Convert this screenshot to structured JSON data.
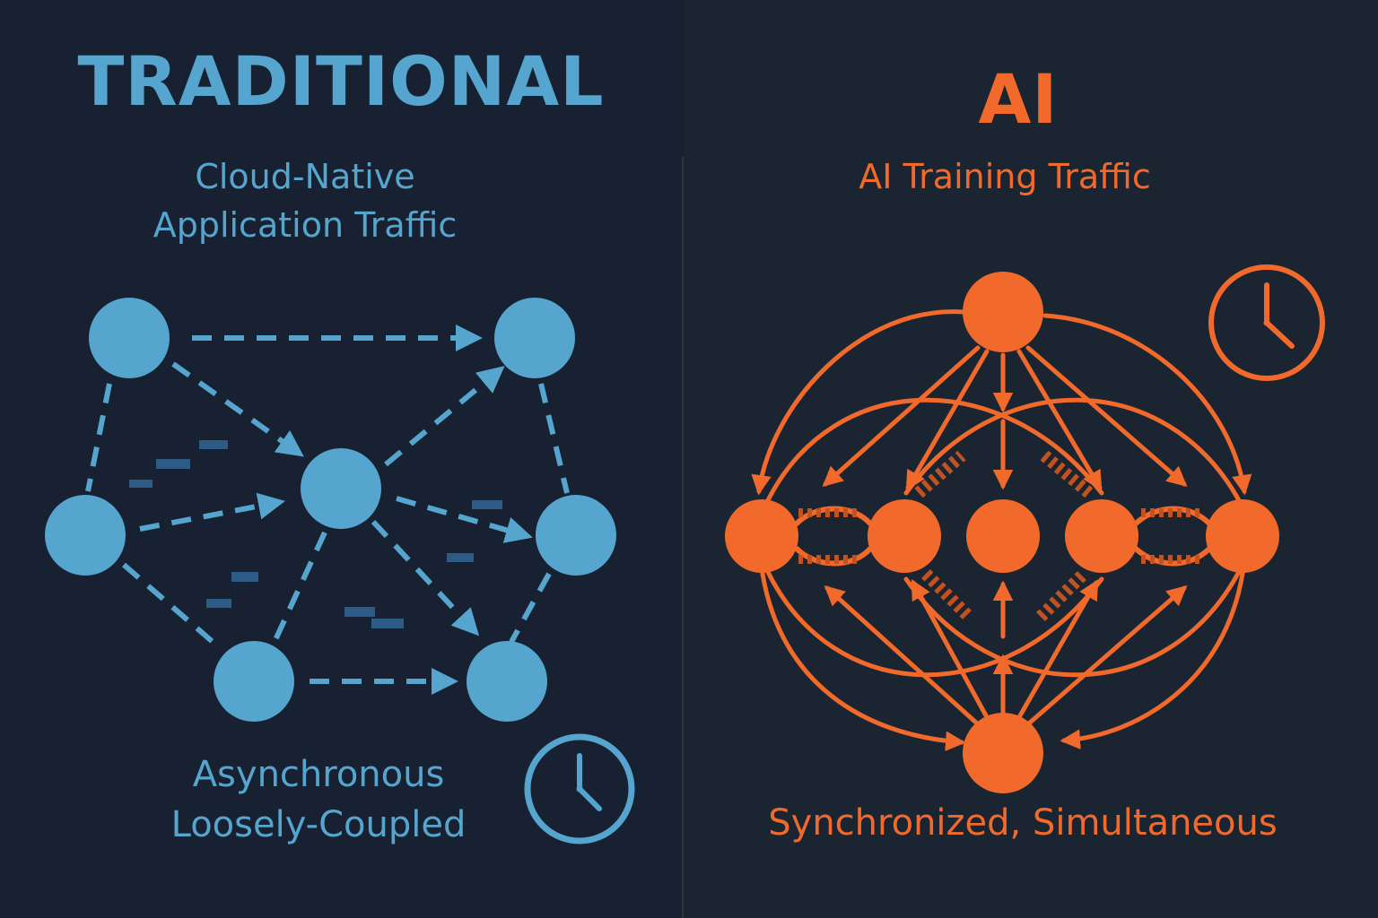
{
  "left": {
    "heading": "TRADITIONAL",
    "subtitle_line1": "Cloud-Native",
    "subtitle_line2": "Application Traffic",
    "caption_line1": "Asynchronous",
    "caption_line2": "Loosely-Coupled",
    "accent_color": "#55a5ce",
    "icon": "clock-icon"
  },
  "right": {
    "heading": "AI",
    "subtitle": "AI Training Traffic",
    "caption": "Synchronized, Simultaneous",
    "accent_color": "#f26a2b",
    "icon": "clock-icon"
  }
}
